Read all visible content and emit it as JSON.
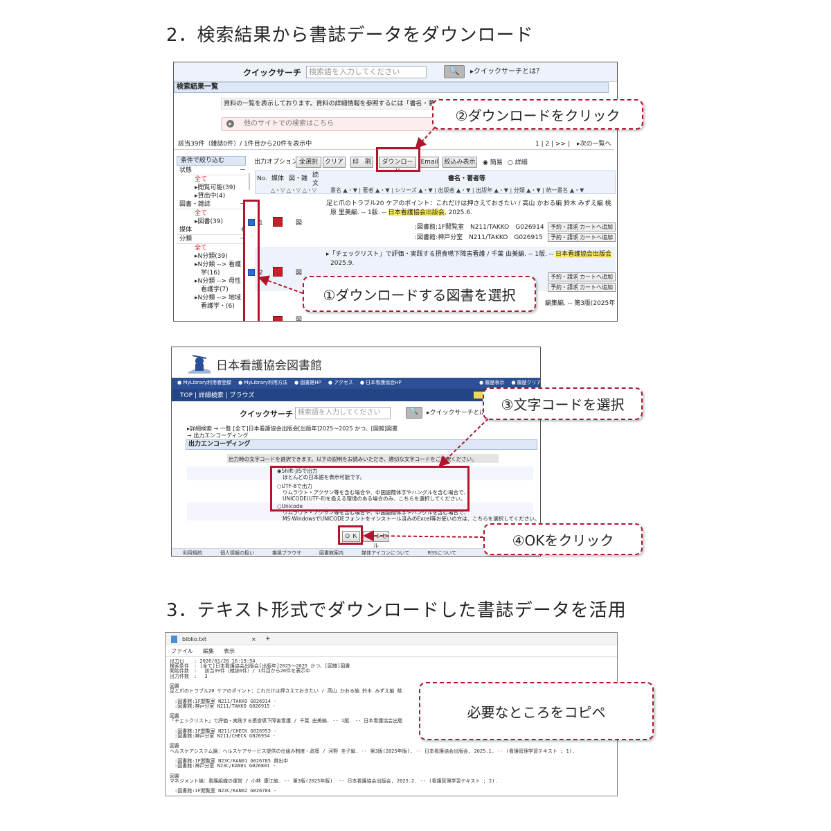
{
  "section2_title": "2．検索結果から書誌データをダウンロード",
  "section3_title": "3．テキスト形式でダウンロードした書誌データを活用",
  "callouts": {
    "download_click": "②ダウンロードをクリック",
    "select_book": "①ダウンロードする図書を選択",
    "select_charset": "③文字コードを選択",
    "ok_click": "④OKをクリック",
    "copy_paste": "必要なところをコピペ"
  },
  "shot1": {
    "search_label": "クイックサーチ",
    "search_placeholder": "検索語を入力してください",
    "search_help": "▸クイックサーチとは？",
    "results_header": "検索結果一覧",
    "info_text": "資料の一覧を表示しております。資料の詳細情報を参照するには「書名・著者",
    "other_sites": "他のサイトでの検索はこちら",
    "count_text": "該当39件（雑誌0件）/ 1件目から20件を表示中",
    "pager": "1 | 2 | >> |",
    "next_page": "▸次の一覧へ",
    "filter_title": "条件で絞り込む",
    "output_options": "出力オプション：",
    "buttons": [
      "全選択",
      "クリア",
      "印　刷",
      "ダウンロード",
      "Email",
      "絞込み表示"
    ],
    "view_simple": "簡易",
    "view_detail": "詳細",
    "filter": [
      {
        "h": "状態",
        "s": "－"
      },
      {
        "t": "全て",
        "red": true
      },
      {
        "t": "▸閲覧可能(39)"
      },
      {
        "t": "▸貸出中(4)"
      },
      {
        "h": "図書・雑誌",
        "s": "－"
      },
      {
        "t": "全て",
        "red": true
      },
      {
        "t": "▸図書(39)"
      },
      {
        "h": "媒体",
        "s": "＋"
      },
      {
        "h": "分類",
        "s": "－"
      },
      {
        "t": "全て",
        "red": true
      },
      {
        "t": "▸N分類(39)"
      },
      {
        "t": "▸N分類 --> 看護"
      },
      {
        "t": "　学(16)"
      },
      {
        "t": "▸N分類 --> 母性"
      },
      {
        "t": "　看護学(7)"
      },
      {
        "t": "▸N分類 --> 地域"
      },
      {
        "t": "　看護学・(6)"
      }
    ],
    "col_no": "No.",
    "col_media": "媒体",
    "col_fig": "図・雑",
    "col_read": "読文",
    "col_title": "書名・著者等",
    "sort_row": "書名 ▲・▼ | 著者 ▲・▼ | シリーズ ▲・▼ | 出版者 ▲・▼ | 出版年 ▲・▼ | 分類 ▲・▼ | 統一書名 ▲・▼",
    "rec1_title": "足と爪のトラブル20 ケアのポイント：これだけは押さえておきたい / 高山 かおる編 鈴木 みずえ編 桃",
    "rec1_line2a": "原 里美編. -- 1版. -- ",
    "rec1_publisher": "日本看護協会出版会",
    "rec1_line2b": ", 2025.6.",
    "rec1_hold1": ":図書館:1F閲覧室　N211/TAKKO　G026914",
    "rec1_hold2": ":図書館:神戸分室　N211/TAKKO　G026915",
    "rec2_title": "▸「チェックリスト」で評価・実践する摂食嚥下障害看護 / 千葉 由美編. -- 1版. -- ",
    "rec2_publisher": "日本看護協会出版会",
    "rec2_line2": "2025.9.",
    "rec3_tail": "編集編. -- 第3版(2025年",
    "reserve_btn": "予約・請求",
    "cart_btn": "カートへ追加",
    "no1": "1",
    "no2": "2",
    "fig_mark": "図"
  },
  "shot2": {
    "library_name": "日本看護協会図書館",
    "nav": [
      "● MyLibrary利用者登録",
      "● MyLibrary利用方法",
      "● 図書館HP",
      "● アクセス",
      "● 日本看護協会HP"
    ],
    "nav_right": [
      "● 履歴表示",
      "● 履歴クリア"
    ],
    "breadcrumb": "TOP | 詳細検索 | ブラウズ",
    "search_label": "クイックサーチ",
    "search_placeholder": "検索語を入力してください",
    "search_help": "▸クイックサーチとは？",
    "path_line1": "▸詳細検索 → 一覧 [全て]日本看護協会出版会[出版年]2025〜2025 かつ、[図雑]図書",
    "path_line2": "→ 出力エンコーディング",
    "section_title": "出力エンコーディング",
    "instruction": "出力時の文字コードを選択できます。以下の説明をお読みいただき、適切な文字コードをご選択ください。",
    "opt1_title": "◉Shift-JISで出力",
    "opt1_desc": "ほとんどの日本語を表示可能です。",
    "opt2_title": "○UTF-8で出力",
    "opt2_desc1": "ウムラウト・アクサン等を含む場合や、中国語簡体字やハングルを含む場合で、",
    "opt2_desc2": "UNICODE(UTF-8)を扱える環境のある場合のみ、こちらを選択してください。",
    "opt3_title": "○Unicode",
    "opt3_desc1": "ウムラウト・アクサン等を含む場合や、中国語簡体字やハングルを含む場合で、",
    "opt3_desc2": "MS-WindowsでUNICODEフォントをインストール済みのExcel等お使いの方は、こちらを選択してください。",
    "ok_btn": "Ｏ Ｋ",
    "cancel_btn": "キャンセル",
    "footer": [
      "利用規約",
      "個人情報の扱い",
      "推奨ブラウザ",
      "図書館案内",
      "媒体アイコンについて",
      "RSSについて"
    ]
  },
  "shot3": {
    "tab_title": "biblio.txt",
    "tab_close": "×",
    "tab_plus": "+",
    "menu": [
      "ファイル",
      "編集",
      "表示"
    ],
    "lines": [
      "出力日　　: 2026/01/20 16:19:54",
      "検索条件　: [全て]日本看護協会出版会[出版年]2025〜2025 かつ、[図雑]図書",
      "開始件数　: 　該当39件（雑誌0件）/ 1件目から20件を表示中",
      "出力件数　: 　3",
      "",
      "図書",
      "足と爪のトラブル20 ケアのポイント：これだけは押さえておきたい / 高山 かおる編 鈴木 みずえ編 桃",
      "",
      "　:図書館:1F閲覧室 N211/TAKKO G026914 -",
      "　:図書館:神戸分室 N211/TAKKO G026915 -",
      "",
      "図書",
      "「チェックリスト」で評価・実践する摂食嚥下障害看護 / 千葉 由美編. -- 1版. -- 日本看護協会出版",
      "",
      "　:図書館:1F閲覧室 N211/CHECK G026953 -",
      "　:図書館:神戸分室 N211/CHECK G026954 -",
      "",
      "図書",
      "ヘルスケアシステム論：ヘルスケアサービス提供の仕組み制度・政策 / 河野 圭子編. -- 第3版(2025年版). -- 日本看護協会出版会, 2025.1. -- (看護管理学習テキスト ; 1).",
      "",
      "　:図書館:1F閲覧室 N23C/KAN01 G026785 貸出中",
      "　:図書館:神戸分室 N23C/KAN01 G026801 -",
      "",
      "図書",
      "マネジメント論：看護組織の運営 / 小林 康江編. -- 第3版(2025年版). -- 日本看護協会出版会, 2025.2. -- (看護管理学習テキスト ; 2).",
      "",
      "　:図書館:1F閲覧室 N23C/KAN02 G026784 -"
    ]
  }
}
